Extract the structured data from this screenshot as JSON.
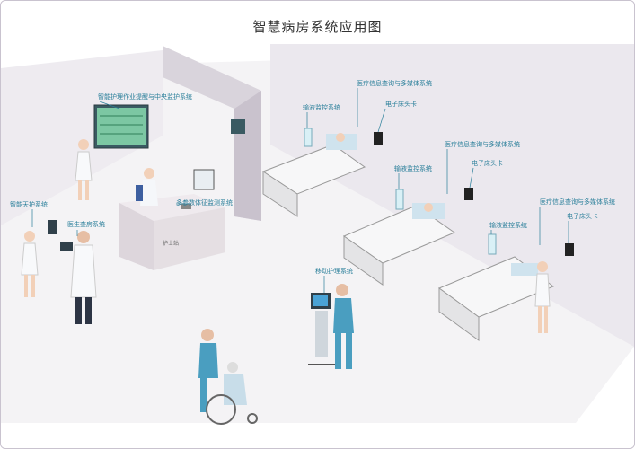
{
  "title": "智慧病房系统应用图",
  "labels": {
    "central_monitoring": "智能护理作业提醒与中央监护系统",
    "multiparam": "多参数体征监测系统",
    "smart_nurse": "智能天护系统",
    "doctor_rounds": "医生查房系统",
    "mobile_nursing": "移动护理系统",
    "infusion_1": "输液监控系统",
    "medinfo_1": "医疗信息查询与多媒体系统",
    "ebed_1": "电子床头卡",
    "infusion_2": "输液监控系统",
    "medinfo_2": "医疗信息查询与多媒体系统",
    "ebed_2": "电子床头卡",
    "infusion_3": "输液监控系统",
    "medinfo_3": "医疗信息查询与多媒体系统",
    "ebed_3": "电子床头卡"
  },
  "desk_sign": "护士站",
  "colors": {
    "label": "#2a7f9a",
    "wall": "#e8e4ea",
    "scrub": "#4a9ec0",
    "floor": "#f2f1f3"
  }
}
